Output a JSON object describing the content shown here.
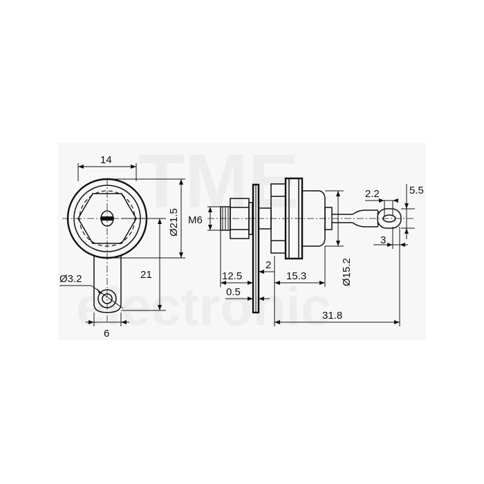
{
  "watermark": {
    "top_text": "TME",
    "bottom_text": "electronic"
  },
  "dimensions": {
    "front_width": "14",
    "front_diameter": "Ø21.5",
    "front_height": "21",
    "lug_hole": "Ø3.2",
    "lug_width": "6",
    "thread": "M6",
    "stud_length": "12.5",
    "washer_thickness": "0.5",
    "gap": "2",
    "body_length": "15.3",
    "body_diameter": "Ø15.2",
    "total_length": "31.8",
    "term_hole_top": "2.2",
    "term_height": "5.5",
    "term_hole_side": "3"
  },
  "colors": {
    "line": "#111111",
    "watermark": "#ededed"
  }
}
